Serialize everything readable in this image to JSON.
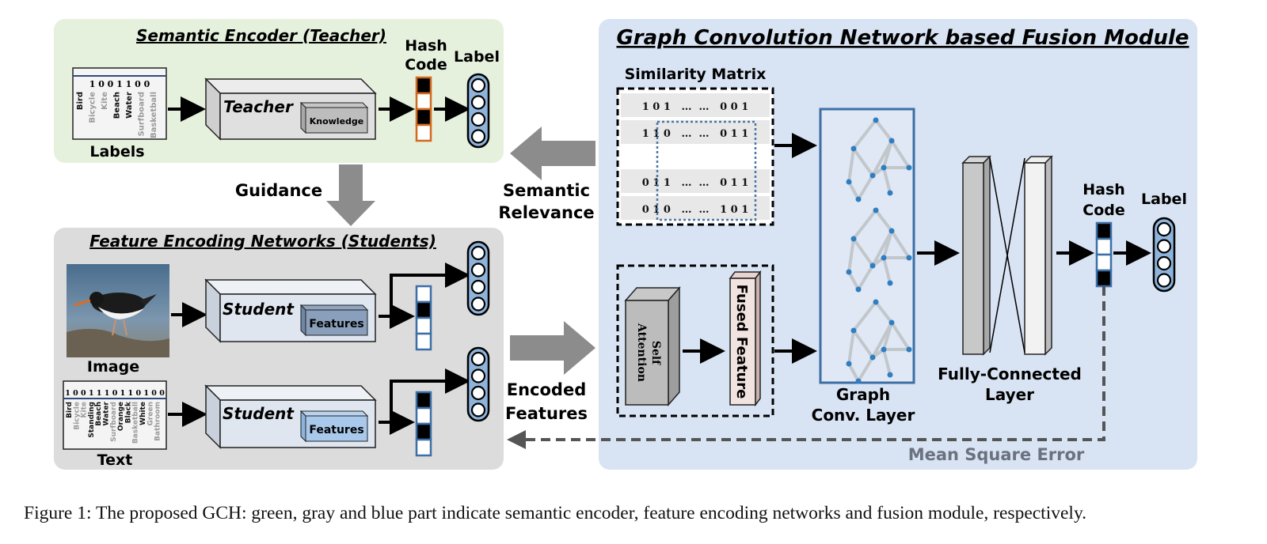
{
  "teacher_panel": {
    "title": "Semantic Encoder (Teacher)",
    "label_bits": "1 0 0 1 1 0 0",
    "label_words": [
      {
        "text": "Bird",
        "active": true
      },
      {
        "text": "Bicycle",
        "active": false
      },
      {
        "text": "Kite",
        "active": false
      },
      {
        "text": "Beach",
        "active": true
      },
      {
        "text": "Water",
        "active": true
      },
      {
        "text": "Surfboard",
        "active": false
      },
      {
        "text": "Basketball",
        "active": false
      }
    ],
    "labels_caption": "Labels",
    "teacher_label": "Teacher",
    "knowledge_label": "Knowledge",
    "hash_code_line1": "Hash",
    "hash_code_line2": "Code",
    "hash_bits": [
      1,
      0,
      1,
      0
    ],
    "label_heading": "Label"
  },
  "guidance_label": "Guidance",
  "semantic_relevance_line1": "Semantic",
  "semantic_relevance_line2": "Relevance",
  "students_panel": {
    "title": "Feature Encoding Networks (Students)",
    "image_caption": "Image",
    "image_student_label": "Student",
    "image_features_label": "Features",
    "image_hash_bits": [
      0,
      1,
      0,
      0
    ],
    "text_bits": "1 0 0 1 1 1 0 1 1 0 1 0 0",
    "text_words": [
      {
        "text": "Bird",
        "active": true
      },
      {
        "text": "Bicycle",
        "active": false
      },
      {
        "text": "Kite",
        "active": false
      },
      {
        "text": "Standing",
        "active": true
      },
      {
        "text": "Beach",
        "active": true
      },
      {
        "text": "Water",
        "active": true
      },
      {
        "text": "Surfboard",
        "active": false
      },
      {
        "text": "Orange",
        "active": true
      },
      {
        "text": "Black",
        "active": true
      },
      {
        "text": "Basketball",
        "active": false
      },
      {
        "text": "White",
        "active": true
      },
      {
        "text": "Green",
        "active": false
      },
      {
        "text": "Bathroom",
        "active": false
      }
    ],
    "text_caption": "Text",
    "text_student_label": "Student",
    "text_features_label": "Features",
    "text_hash_bits": [
      1,
      0,
      1,
      0
    ]
  },
  "encoded_features_line1": "Encoded",
  "encoded_features_line2": "Features",
  "fusion_panel": {
    "title": "Graph Convolution Network based Fusion Module",
    "similarity_matrix_label": "Similarity Matrix",
    "matrix_rows": [
      "1 0 1   …  …   0 0 1",
      "1 1 0   …  …   0 1 1",
      "",
      "0 1 1   …  …   0 1 1",
      "0 1 0   …  …   1 0 1"
    ],
    "self_attention_line1": "Self",
    "self_attention_line2": "Attention",
    "fused_feature_label": "Fused Feature",
    "graph_label_line1": "Graph",
    "graph_label_line2": "Conv. Layer",
    "fc_label_line1": "Fully-Connected",
    "fc_label_line2": "Layer",
    "hash_code_line1": "Hash",
    "hash_code_line2": "Code",
    "hash_bits": [
      1,
      0,
      0,
      1
    ],
    "label_heading": "Label",
    "mse_label": "Mean Square Error"
  },
  "caption": "Figure 1: The proposed GCH: green, gray and blue part indicate semantic encoder, feature encoding networks and fusion module, respectively."
}
